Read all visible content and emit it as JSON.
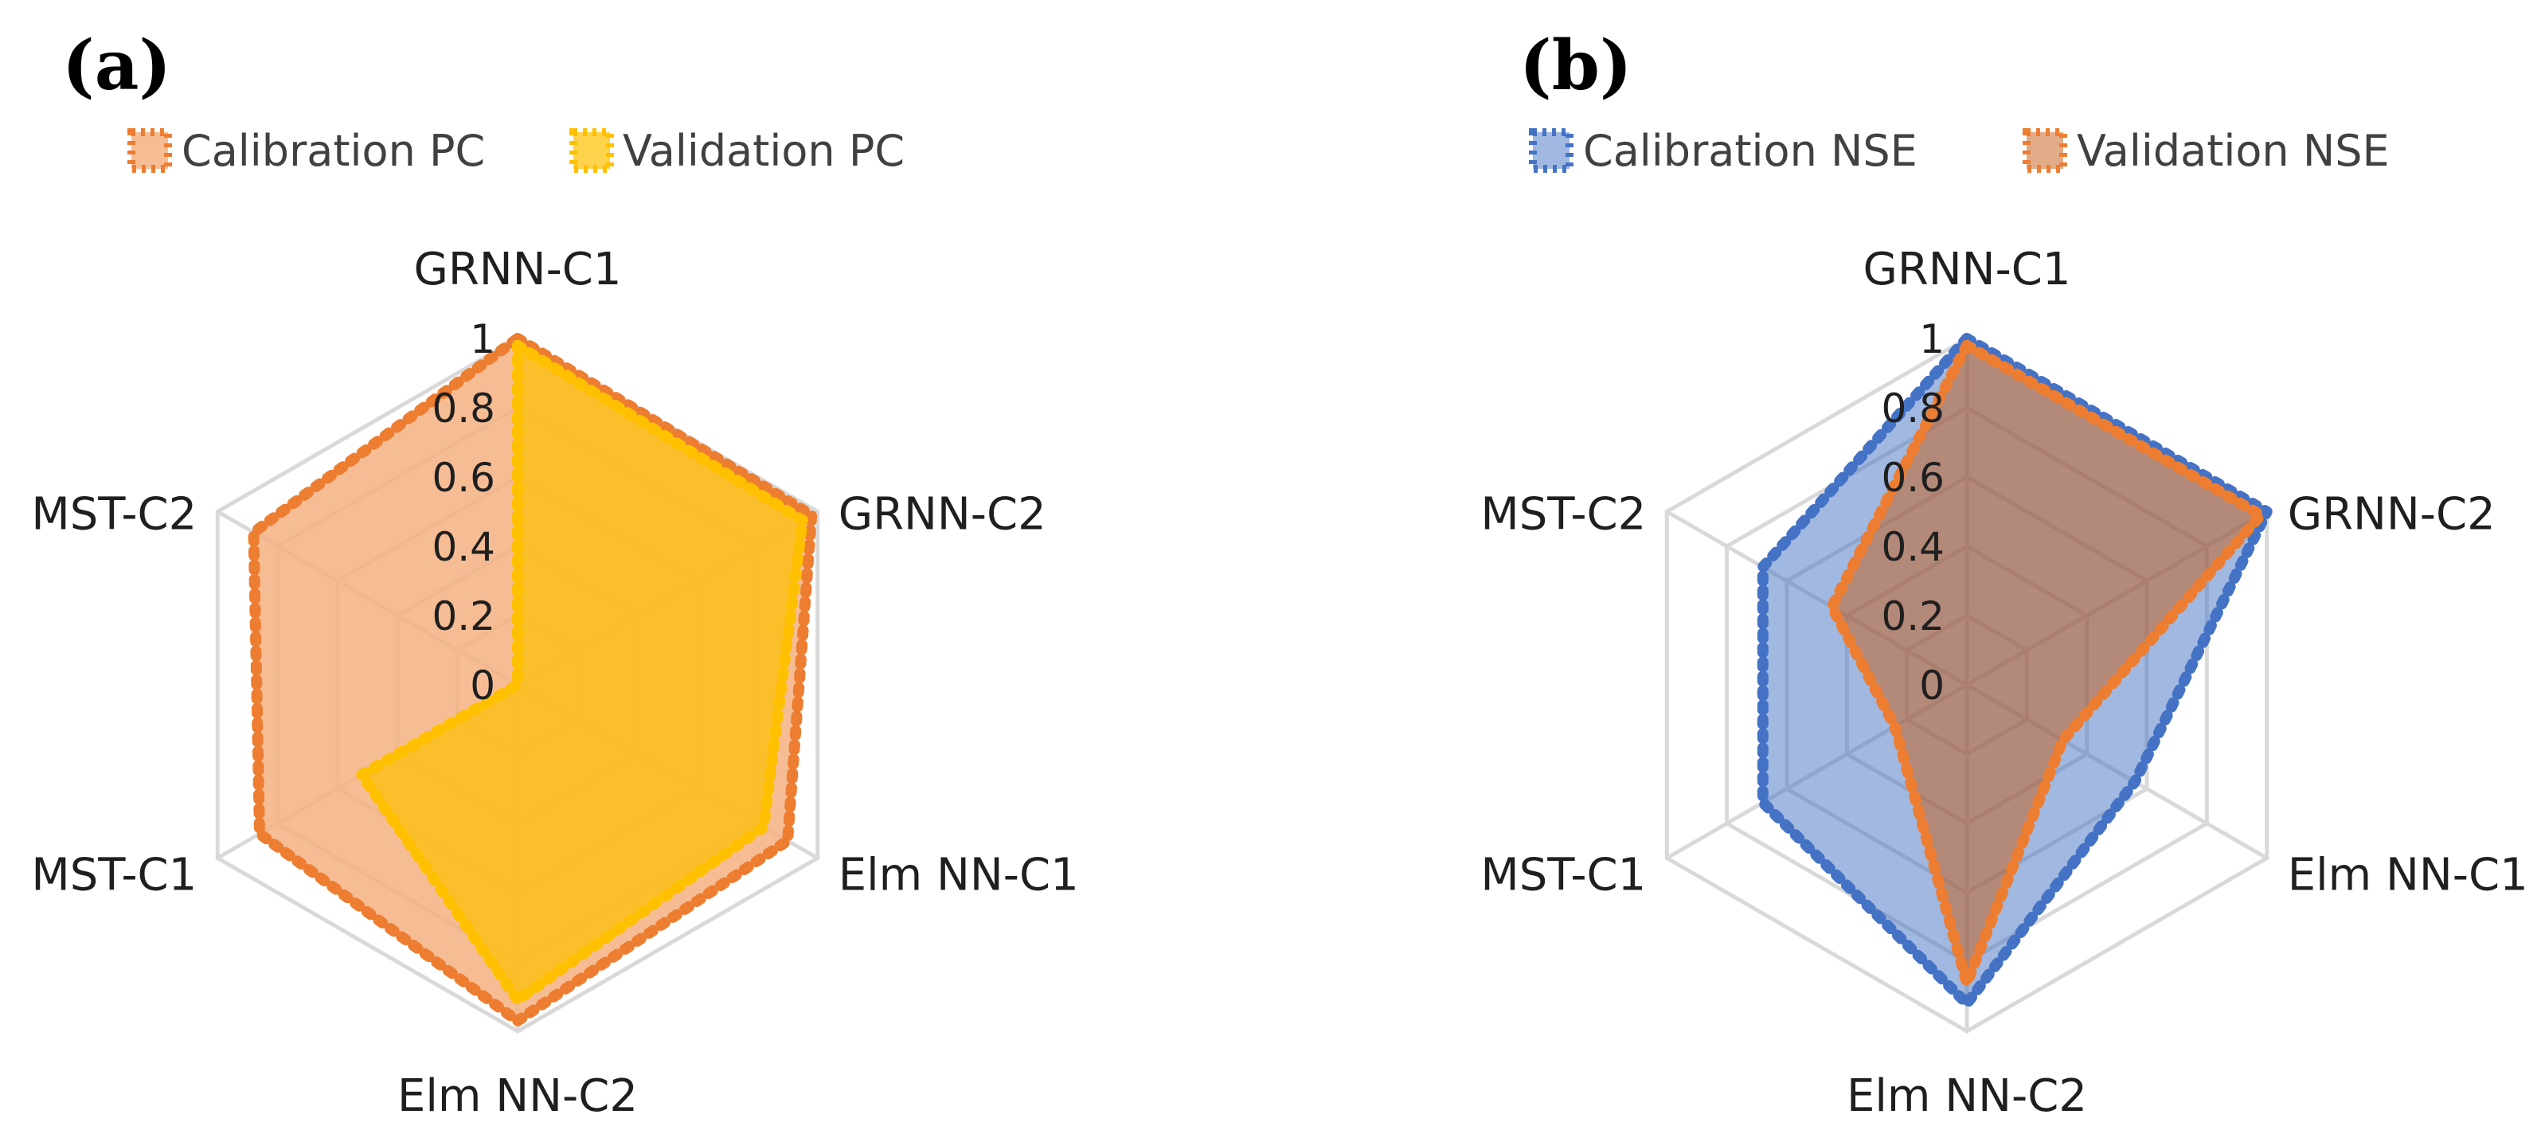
{
  "chart_data": [
    {
      "type": "radar",
      "panel_label": "(a)",
      "axes": [
        "GRNN-C1",
        "GRNN-C2",
        "Elm NN-C1",
        "Elm NN-C2",
        "MST-C1",
        "MST-C2"
      ],
      "ticks": [
        "0",
        "0.2",
        "0.4",
        "0.6",
        "0.8",
        "1"
      ],
      "rlim": [
        0,
        1
      ],
      "grid": true,
      "legend_position": "top",
      "series": [
        {
          "name": "Calibration PC",
          "values": [
            1.0,
            0.98,
            0.9,
            0.97,
            0.86,
            0.88
          ],
          "line_color": "#ED7D31",
          "fill_color": "#F4B183",
          "fill_opacity": 0.85
        },
        {
          "name": "Validation PC",
          "values": [
            0.98,
            0.95,
            0.82,
            0.91,
            0.52,
            0.0
          ],
          "line_color": "#FFC000",
          "fill_color": "#FFC000",
          "fill_opacity": 0.7
        }
      ]
    },
    {
      "type": "radar",
      "panel_label": "(b)",
      "axes": [
        "GRNN-C1",
        "GRNN-C2",
        "Elm NN-C1",
        "Elm NN-C2",
        "MST-C1",
        "MST-C2"
      ],
      "ticks": [
        "0",
        "0.2",
        "0.4",
        "0.6",
        "0.8",
        "1"
      ],
      "rlim": [
        0,
        1
      ],
      "grid": true,
      "legend_position": "top",
      "series": [
        {
          "name": "Calibration NSE",
          "values": [
            1.0,
            1.0,
            0.56,
            0.92,
            0.68,
            0.68
          ],
          "line_color": "#4472C4",
          "fill_color": "#4472C4",
          "fill_opacity": 0.5
        },
        {
          "name": "Validation NSE",
          "values": [
            0.98,
            0.98,
            0.32,
            0.86,
            0.24,
            0.45
          ],
          "line_color": "#ED7D31",
          "fill_color": "#C55A11",
          "fill_opacity": 0.5
        }
      ]
    }
  ]
}
